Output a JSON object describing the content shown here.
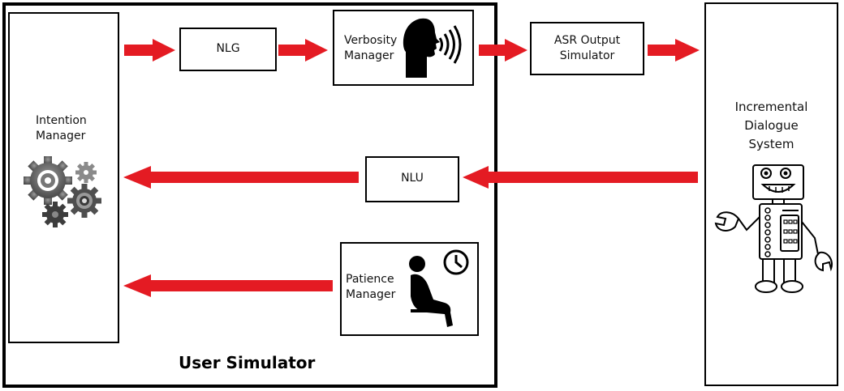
{
  "diagram": {
    "user_simulator_label": "User Simulator",
    "intention_manager": {
      "line1": "Intention",
      "line2": "Manager",
      "icon": "gears-icon"
    },
    "nlg": {
      "label": "NLG"
    },
    "verbosity_manager": {
      "line1": "Verbosity",
      "line2": "Manager",
      "icon": "speaking-head-icon"
    },
    "asr_output_simulator": {
      "line1": "ASR Output",
      "line2": "Simulator"
    },
    "nlu": {
      "label": "NLU"
    },
    "patience_manager": {
      "line1": "Patience",
      "line2": "Manager",
      "icon": "waiting-person-clock-icon"
    },
    "incremental_dialogue_system": {
      "line1": "Incremental",
      "line2": "Dialogue",
      "line3": "System",
      "icon": "robot-icon"
    },
    "colors": {
      "arrow": "#e41b23",
      "border": "#000000"
    }
  }
}
